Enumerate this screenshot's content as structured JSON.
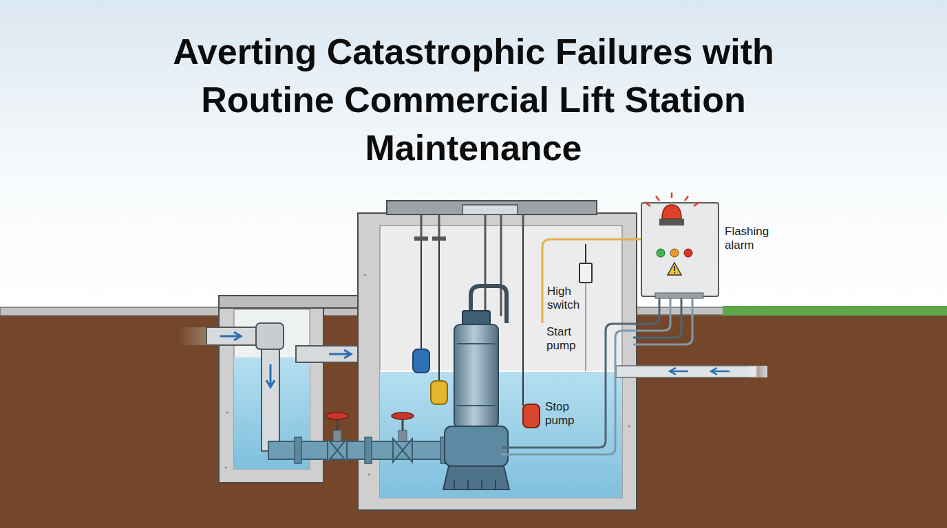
{
  "diagram": {
    "title": "Averting Catastrophic Failures with Routine Commercial Lift Station Maintenance",
    "labels": [
      "Flashing alarm",
      "High switch",
      "Start pump",
      "Stop pump"
    ]
  }
}
